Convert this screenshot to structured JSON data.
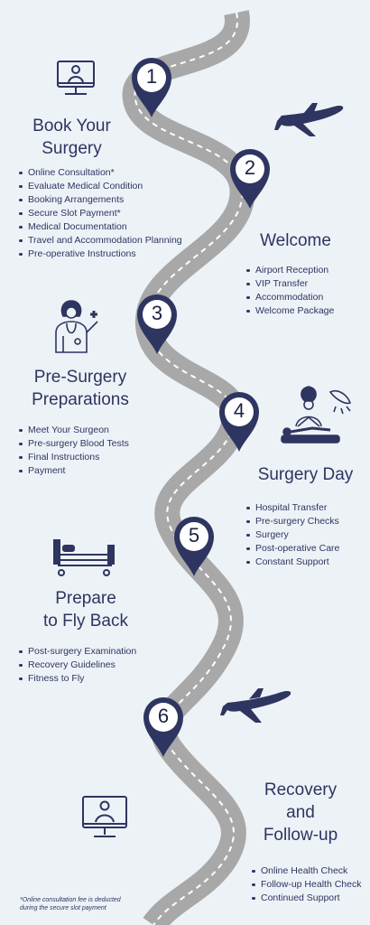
{
  "steps": [
    {
      "number": "1",
      "title_lines": [
        "Book Your",
        "Surgery"
      ],
      "items": [
        "Online Consultation*",
        "Evaluate Medical Condition",
        "Booking Arrangements",
        "Secure Slot Payment*",
        "Medical Documentation",
        "Travel and Accommodation Planning",
        "Pre-operative Instructions"
      ],
      "icon": "video-consultation-icon"
    },
    {
      "number": "2",
      "title_lines": [
        "Welcome"
      ],
      "items": [
        "Airport Reception",
        "VIP Transfer",
        "Accommodation",
        "Welcome Package"
      ],
      "icon": "airplane-icon"
    },
    {
      "number": "3",
      "title_lines": [
        "Pre-Surgery",
        "Preparations"
      ],
      "items": [
        "Meet Your Surgeon",
        "Pre-surgery Blood Tests",
        "Final Instructions",
        "Payment"
      ],
      "icon": "doctor-icon"
    },
    {
      "number": "4",
      "title_lines": [
        "Surgery Day"
      ],
      "items": [
        "Hospital Transfer",
        "Pre-surgery Checks",
        "Surgery",
        "Post-operative Care",
        "Constant Support"
      ],
      "icon": "surgery-icon"
    },
    {
      "number": "5",
      "title_lines": [
        "Prepare",
        "to Fly Back"
      ],
      "items": [
        "Post-surgery Examination",
        "Recovery Guidelines",
        "Fitness to Fly"
      ],
      "icon": "hospital-bed-icon"
    },
    {
      "number": "6",
      "title_lines": [
        "Recovery",
        "and",
        "Follow-up"
      ],
      "items": [
        "Online Health Check",
        "Follow-up Health Check",
        "Continued Support"
      ],
      "icon": "online-checkup-icon"
    }
  ],
  "footnote_lines": [
    "*Online consultation fee is deducted",
    "during the secure slot payment"
  ],
  "colors": {
    "background": "#edf2f7",
    "road": "#a8a8a8",
    "road_dash": "#ffffff",
    "pin": "#2e3560",
    "pin_inner": "#ffffff",
    "text": "#2e3560",
    "plane": "#2e3560"
  }
}
